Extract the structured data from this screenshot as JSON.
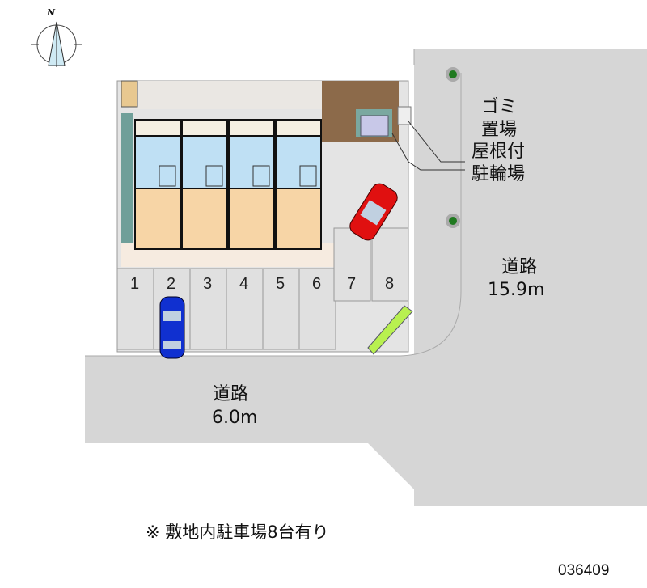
{
  "compass": {
    "north_label": "N"
  },
  "labels": {
    "garbage_line1": "ゴミ",
    "garbage_line2": "置場",
    "bike_line1": "屋根付",
    "bike_line2": "駐輪場",
    "road_right_name": "道路",
    "road_right_width": "15.9m",
    "road_bottom_name": "道路",
    "road_bottom_width": "6.0m"
  },
  "parking_spaces": [
    "1",
    "2",
    "3",
    "4",
    "5",
    "6",
    "7",
    "8"
  ],
  "note": "※ 敷地内駐車場8台有り",
  "property_code": "036409",
  "colors": {
    "road": "#d6d6d6",
    "lot": "#e4e4e4",
    "room_blue": "#bfe0f4",
    "room_orange": "#f7d5a6",
    "wall_teal": "#6f9f99",
    "car_red": "#e01010",
    "car_blue": "#1030d0",
    "hedge": "#b8f050"
  }
}
